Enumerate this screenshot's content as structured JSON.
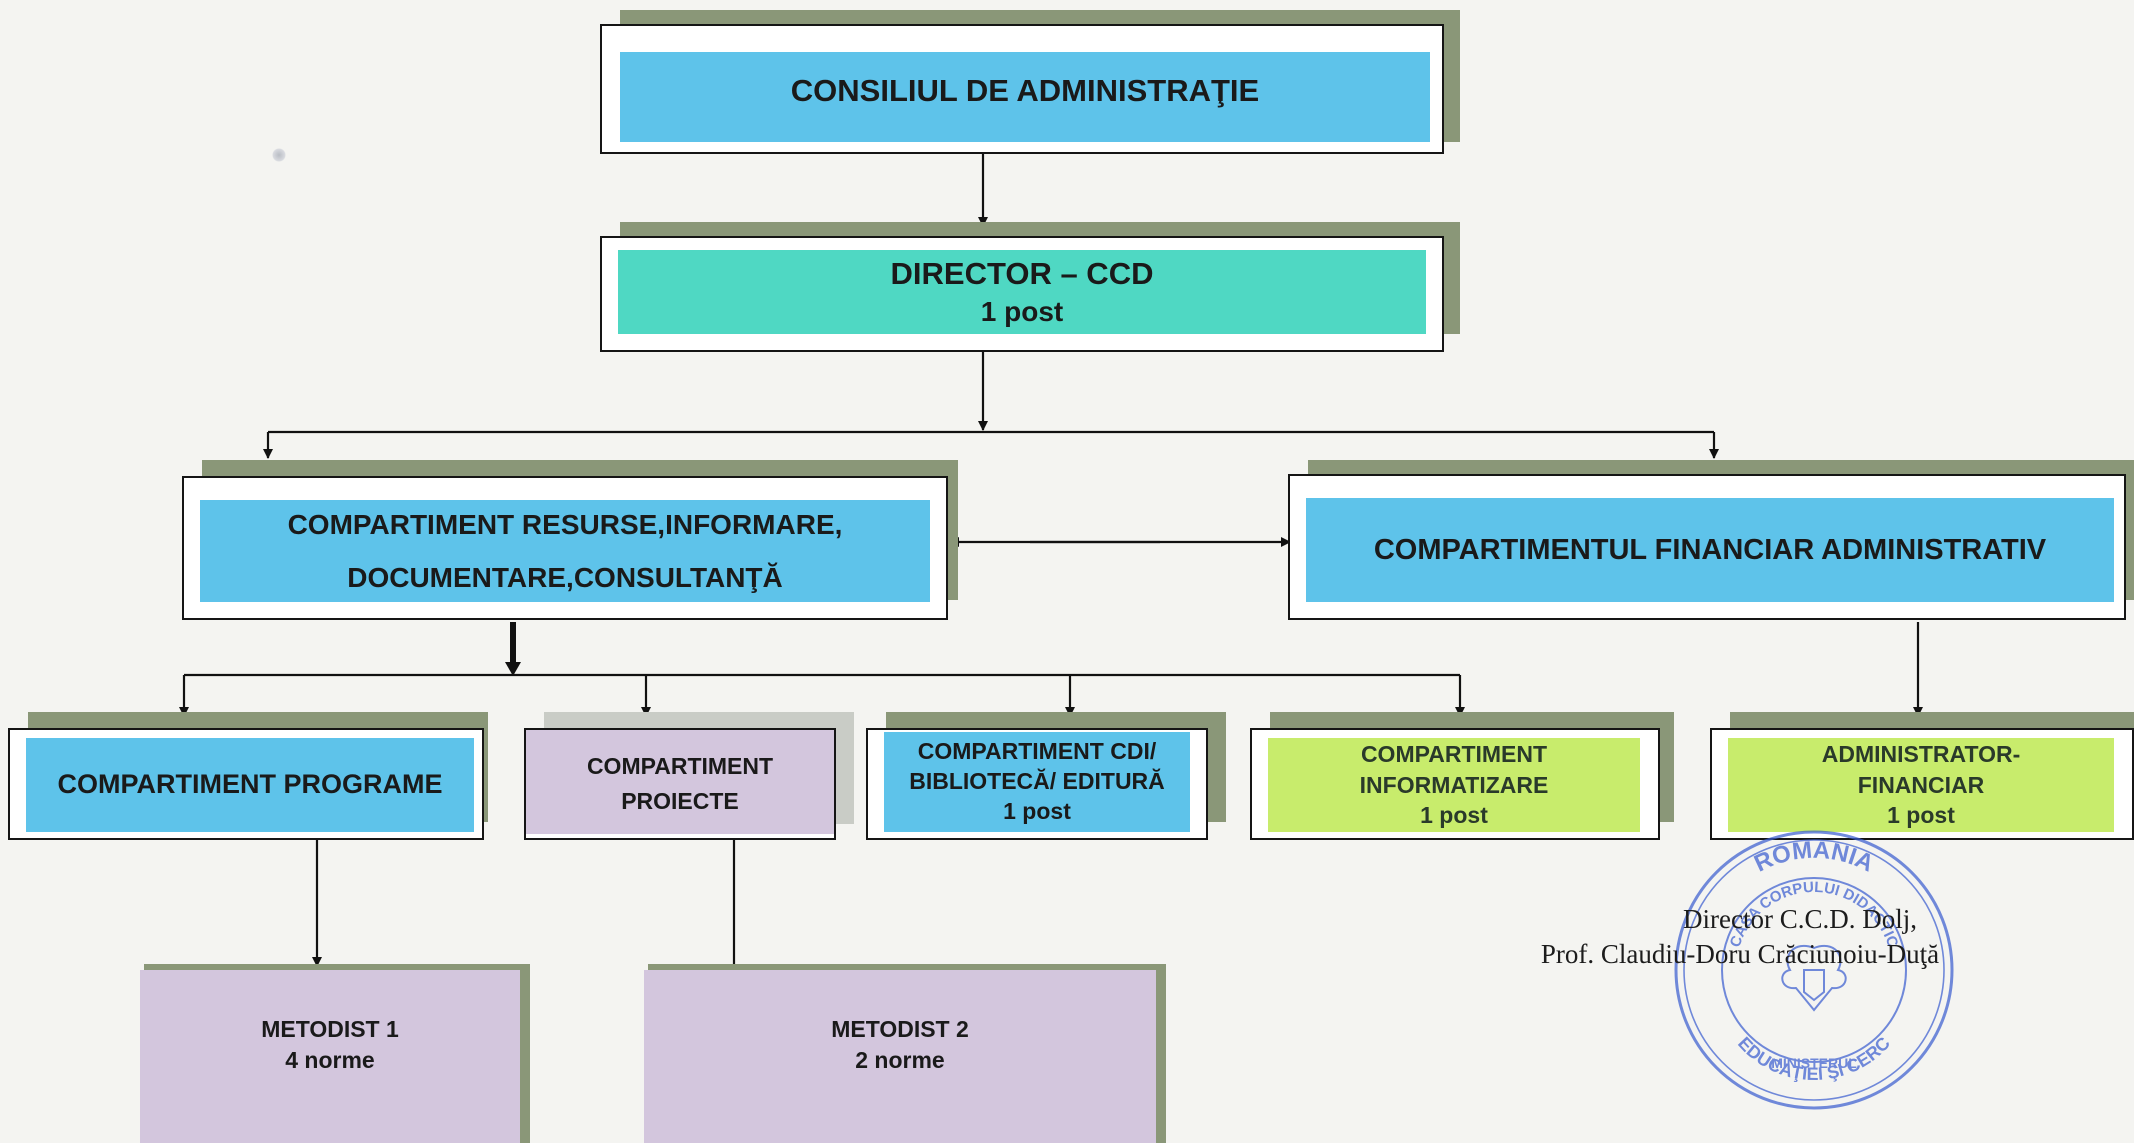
{
  "org_chart": {
    "board": {
      "title": "CONSILIUL DE ADMINISTRAŢIE"
    },
    "director": {
      "title": "DIRECTOR – CCD",
      "posts": "1 post"
    },
    "resources": {
      "line1": "COMPARTIMENT RESURSE,INFORMARE,",
      "line2": "DOCUMENTARE,CONSULTANŢĂ"
    },
    "finance": {
      "title": "COMPARTIMENTUL FINANCIAR ADMINISTRATIV"
    },
    "programs": {
      "title": "COMPARTIMENT PROGRAME"
    },
    "projects": {
      "line1": "COMPARTIMENT",
      "line2": "PROIECTE"
    },
    "cdi": {
      "line1": "COMPARTIMENT CDI/",
      "line2": "BIBLIOTECĂ/ EDITURĂ",
      "posts": "1 post"
    },
    "it": {
      "line1": "COMPARTIMENT",
      "line2": "INFORMATIZARE",
      "posts": "1 post"
    },
    "admin": {
      "line1": "ADMINISTRATOR-",
      "line2": "FINANCIAR",
      "posts": "1 post"
    },
    "metodist1": {
      "title": "METODIST 1",
      "norms": "4 norme"
    },
    "metodist2": {
      "title": "METODIST 2",
      "norms": "2 norme"
    }
  },
  "signature": {
    "line1": "Director C.C.D. Dolj,",
    "line2": "Prof. Claudiu-Doru Crăciunoiu-Duţă"
  },
  "stamp": {
    "outer_top": "ROMANIA",
    "outer_bottom": "EDUCAŢIEI ŞI CERC",
    "inner": "CASA CORPULUI DIDACTIC",
    "side": "MINISTERUL"
  },
  "colors": {
    "blue": "#5ec3ea",
    "teal": "#4fd8c3",
    "lilac": "#d3c6dd",
    "lime": "#c8ec6c",
    "shadow": "#8a9778",
    "stamp": "#3d5fd0"
  }
}
